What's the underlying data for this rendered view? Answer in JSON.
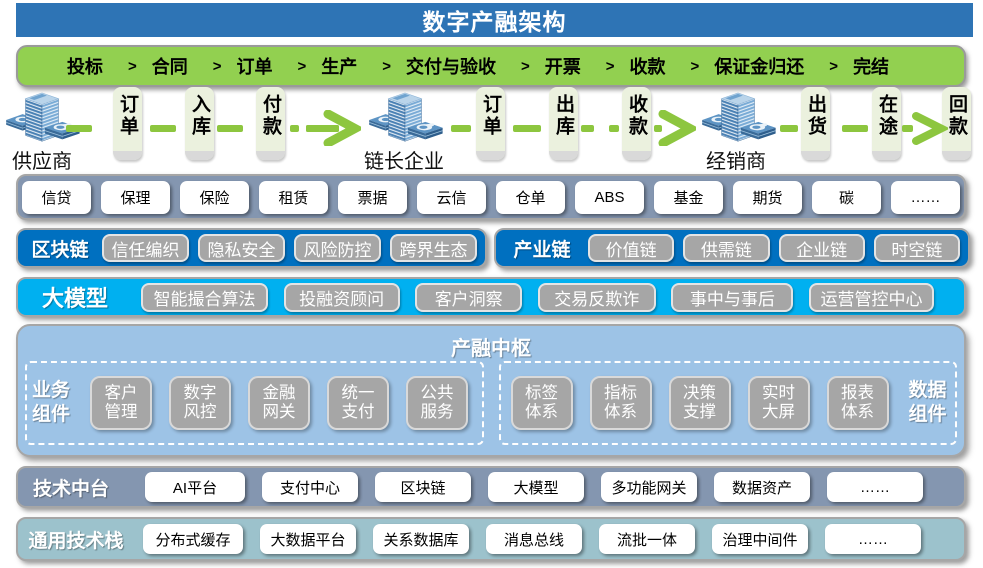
{
  "title": "数字产融架构",
  "process": {
    "separator": ">",
    "steps": [
      "投标",
      "合同",
      "订单",
      "生产",
      "交付与验收",
      "开票",
      "收款",
      "保证金归还",
      "完结"
    ]
  },
  "flow": {
    "entities": [
      {
        "label": "供应商"
      },
      {
        "label": "链长企业"
      },
      {
        "label": "经销商"
      }
    ],
    "tags": [
      "订单",
      "入库",
      "付款",
      "订单",
      "出库",
      "收款",
      "出货",
      "在途",
      "回款"
    ]
  },
  "products": [
    "信贷",
    "保理",
    "保险",
    "租赁",
    "票据",
    "云信",
    "仓单",
    "ABS",
    "基金",
    "期货",
    "碳",
    "……"
  ],
  "chains": {
    "blockchain": {
      "label": "区块链",
      "items": [
        "信任编织",
        "隐私安全",
        "风险防控",
        "跨界生态"
      ]
    },
    "industry": {
      "label": "产业链",
      "items": [
        "价值链",
        "供需链",
        "企业链",
        "时空链"
      ]
    }
  },
  "big_model": {
    "label": "大模型",
    "items": [
      "智能撮合算法",
      "投融资顾问",
      "客户洞察",
      "交易反欺诈",
      "事中与事后",
      "运营管控中心"
    ]
  },
  "hub": {
    "title": "产融中枢",
    "business": {
      "label": "业务组件",
      "items": [
        "客户管理",
        "数字风控",
        "金融网关",
        "统一支付",
        "公共服务"
      ]
    },
    "data": {
      "label": "数据组件",
      "items": [
        "标签体系",
        "指标体系",
        "决策支撑",
        "实时大屏",
        "报表体系"
      ]
    }
  },
  "tech_platform": {
    "label": "技术中台",
    "items": [
      "AI平台",
      "支付中心",
      "区块链",
      "大模型",
      "多功能网关",
      "数据资产",
      "……"
    ]
  },
  "tech_stack": {
    "label": "通用技术栈",
    "items": [
      "分布式缓存",
      "大数据平台",
      "关系数据库",
      "消息总线",
      "流批一体",
      "治理中间件",
      "……"
    ]
  },
  "colors": {
    "title_bar": "#2E74B5",
    "process_green": "#92D050",
    "tag_green": "#EBF1DE",
    "arrow_green": "#8DC63F",
    "gray_blue_band": "#8496B0",
    "chain_blue": "#0070C0",
    "model_blue": "#00B0F0",
    "hub_blue": "#9DC3E6",
    "stack_teal": "#9CC2CC",
    "gray_pill": "#A6A6A6"
  }
}
